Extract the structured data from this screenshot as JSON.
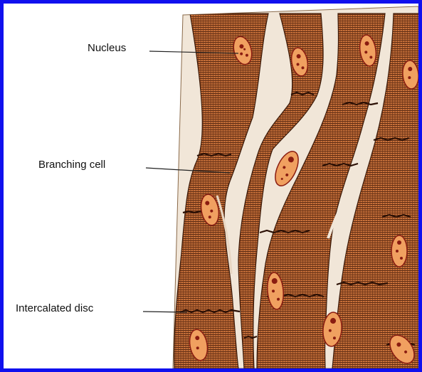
{
  "diagram": {
    "labels": {
      "nucleus": "Nucleus",
      "branching_cell": "Branching cell",
      "intercalated_disc": "Intercalated disc"
    },
    "colors": {
      "frame_border": "#1010ee",
      "tissue_background": "#f1e6d8",
      "fiber_fill": "#c8713a",
      "striation_lines": "#5a2a12",
      "nucleus_fill": "#f0a060",
      "nucleus_spots": "#8a1c10",
      "leader_lines": "#222222"
    }
  }
}
